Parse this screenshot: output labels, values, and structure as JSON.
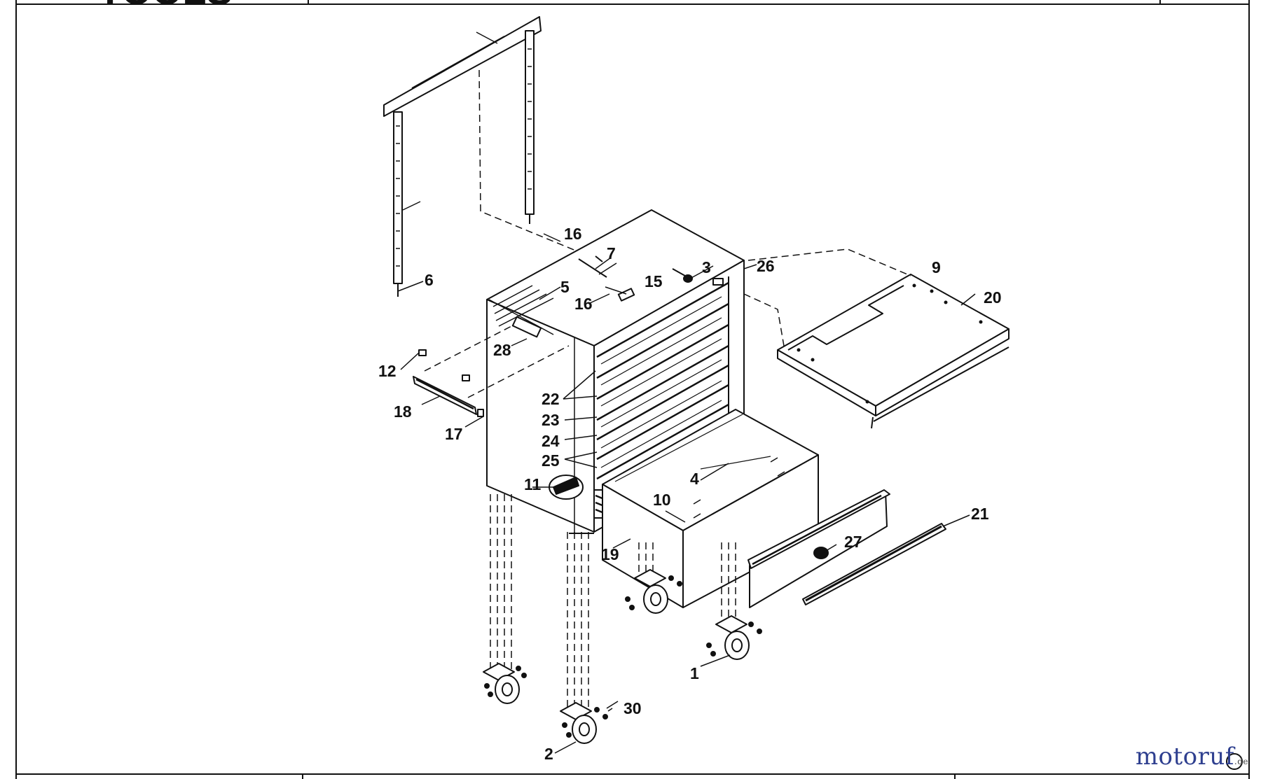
{
  "header": {
    "brand_fragment": "TOOLS"
  },
  "diagram": {
    "callouts": [
      "1",
      "2",
      "3",
      "4",
      "5",
      "6",
      "7",
      "9",
      "10",
      "11",
      "12",
      "15",
      "16",
      "16",
      "17",
      "18",
      "19",
      "20",
      "21",
      "22",
      "23",
      "24",
      "25",
      "26",
      "27",
      "28",
      "30"
    ]
  },
  "watermark": {
    "text": "motoruf",
    "tld": ".de"
  },
  "colors": {
    "line": "#111111",
    "background": "#ffffff",
    "watermark_blue": "#2e3f8f",
    "watermark_gold": "#d9a21b"
  }
}
